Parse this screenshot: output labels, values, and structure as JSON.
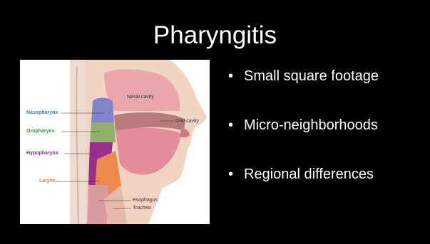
{
  "slide": {
    "title": "Pharyngitis",
    "background_color": "#000000",
    "text_color": "#ffffff"
  },
  "figure": {
    "labels": {
      "nasopharynx": "Nasopharynx",
      "oropharynx": "Oropharynx",
      "hypopharynx": "Hypopharynx",
      "larynx": "Larynx",
      "nasal_cavity": "Nasal cavity",
      "oral_cavity": "Oral cavity",
      "esophagus": "Esophagus",
      "trachea": "Trachea"
    },
    "region_colors": {
      "nasopharynx": "#3a7fb8",
      "oropharynx": "#2c9a3a",
      "hypopharynx": "#7a2f8a",
      "larynx": "#e07a2a"
    }
  },
  "bullets": [
    {
      "bullet": "•",
      "text": "Small square footage"
    },
    {
      "bullet": "•",
      "text": "Micro-neighborhoods"
    },
    {
      "bullet": "•",
      "text": "Regional differences"
    }
  ]
}
